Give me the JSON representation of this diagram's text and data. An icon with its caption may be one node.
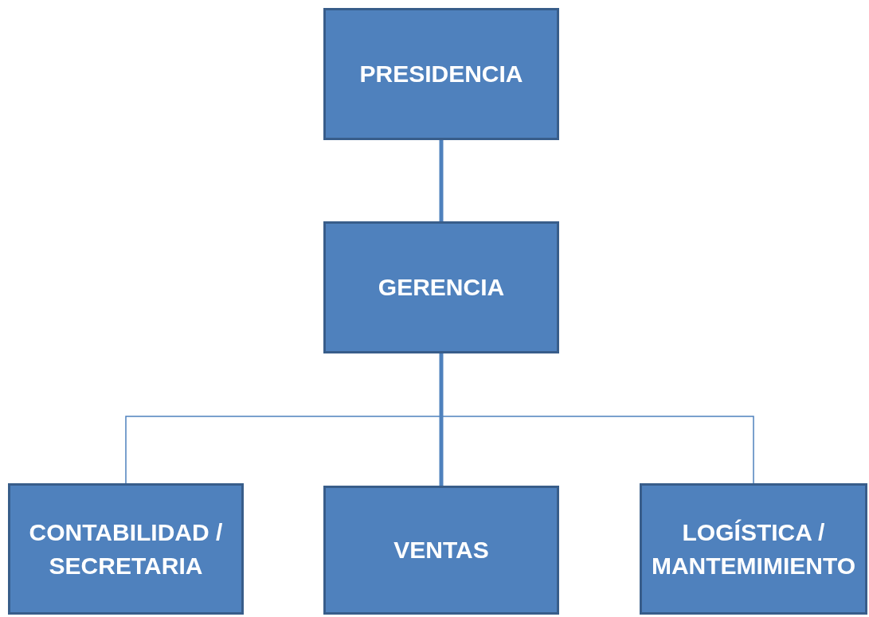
{
  "diagram": {
    "nodes": [
      {
        "text": [
          "PRESIDENCIA"
        ]
      },
      {
        "text": [
          "GERENCIA"
        ]
      },
      {
        "text": [
          "CONTABILIDAD / SECRETARIA"
        ]
      },
      {
        "text": [
          "VENTAS"
        ]
      },
      {
        "text": [
          "LOGÍSTICA / MANTEMIMIENTO"
        ]
      }
    ],
    "edges": [
      {
        "from": 0,
        "to": 1,
        "arrow": "none",
        "style": "thick"
      },
      {
        "from": 1,
        "to": 2,
        "arrow": "none"
      },
      {
        "from": 1,
        "to": 3,
        "arrow": "none",
        "style": "thick"
      },
      {
        "from": 1,
        "to": 4,
        "arrow": "none"
      }
    ]
  }
}
